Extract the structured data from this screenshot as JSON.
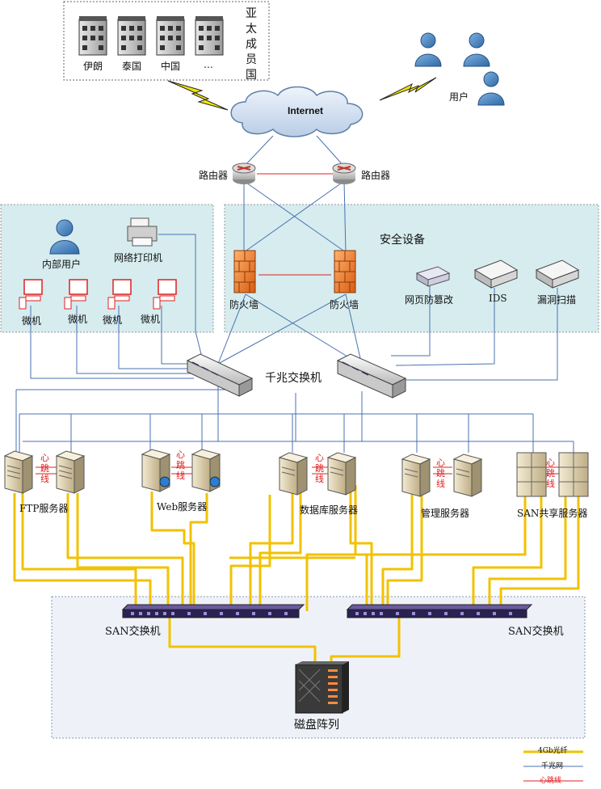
{
  "asia_pacific": {
    "title": "亚太成员国",
    "countries": [
      "伊朗",
      "泰国",
      "中国",
      "…"
    ]
  },
  "internet": {
    "label": "Internet"
  },
  "users": {
    "label": "用户"
  },
  "routers": {
    "left_label": "路由器",
    "right_label": "路由器"
  },
  "internal": {
    "internal_user": "内部用户",
    "printer": "网络打印机",
    "pcs": [
      "微机",
      "微机",
      "微机",
      "微机"
    ]
  },
  "security": {
    "title": "安全设备",
    "firewall_left": "防火墙",
    "firewall_right": "防火墙",
    "web_tamper": "网页防篡改",
    "ids": "IDS",
    "vuln_scan": "漏洞扫描"
  },
  "core_switch": {
    "label": "千兆交换机"
  },
  "servers": {
    "ftp": "FTP服务器",
    "web": "Web服务器",
    "db": "数据库服务器",
    "mgmt": "管理服务器",
    "san_share": "SAN共享服务器",
    "heartbeat_label": "心跳线"
  },
  "san": {
    "left_label": "SAN交换机",
    "right_label": "SAN交换机",
    "disk_array": "磁盘阵列"
  },
  "legend": {
    "fiber": "4Gb光纤",
    "gigabit": "千兆网",
    "heartbeat": "心跳线"
  },
  "colors": {
    "fiber": "#f2c200",
    "gigabit": "#4a72b0",
    "heartbeat": "#e02020",
    "zone_fill": "#d6ecef",
    "san_zone_fill": "#eef2f8"
  }
}
